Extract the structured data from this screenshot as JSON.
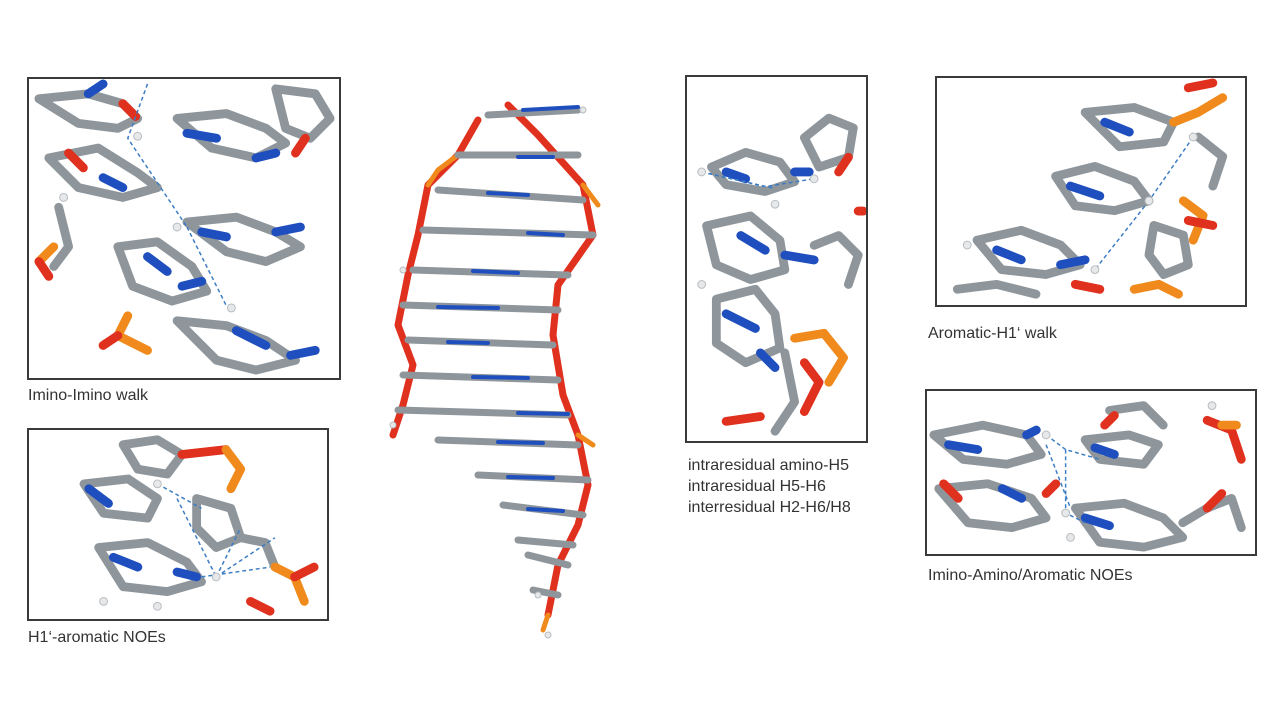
{
  "figure": {
    "panels": [
      {
        "id": "imino-imino",
        "caption": "Imino-Imino walk"
      },
      {
        "id": "h1-aromatic",
        "caption": "H1‘-aromatic NOEs"
      },
      {
        "id": "intraresidual",
        "caption_lines": [
          "intraresidual amino-H5",
          "intraresidual H5-H6",
          "interresidual H2-H6/H8"
        ]
      },
      {
        "id": "aromatic-h1",
        "caption": "Aromatic-H1‘ walk"
      },
      {
        "id": "imino-amino",
        "caption": "Imino-Amino/Aromatic NOEs"
      }
    ]
  },
  "colors": {
    "carbon": "#8e969c",
    "carbon_dark": "#5f676c",
    "nitrogen": "#1f4fbf",
    "oxygen": "#e0301e",
    "phosphorus": "#f08a1c",
    "hydrogen": "#e6e8ea",
    "noe_line": "#3b7cc4",
    "frame": "#3a3a3a"
  }
}
